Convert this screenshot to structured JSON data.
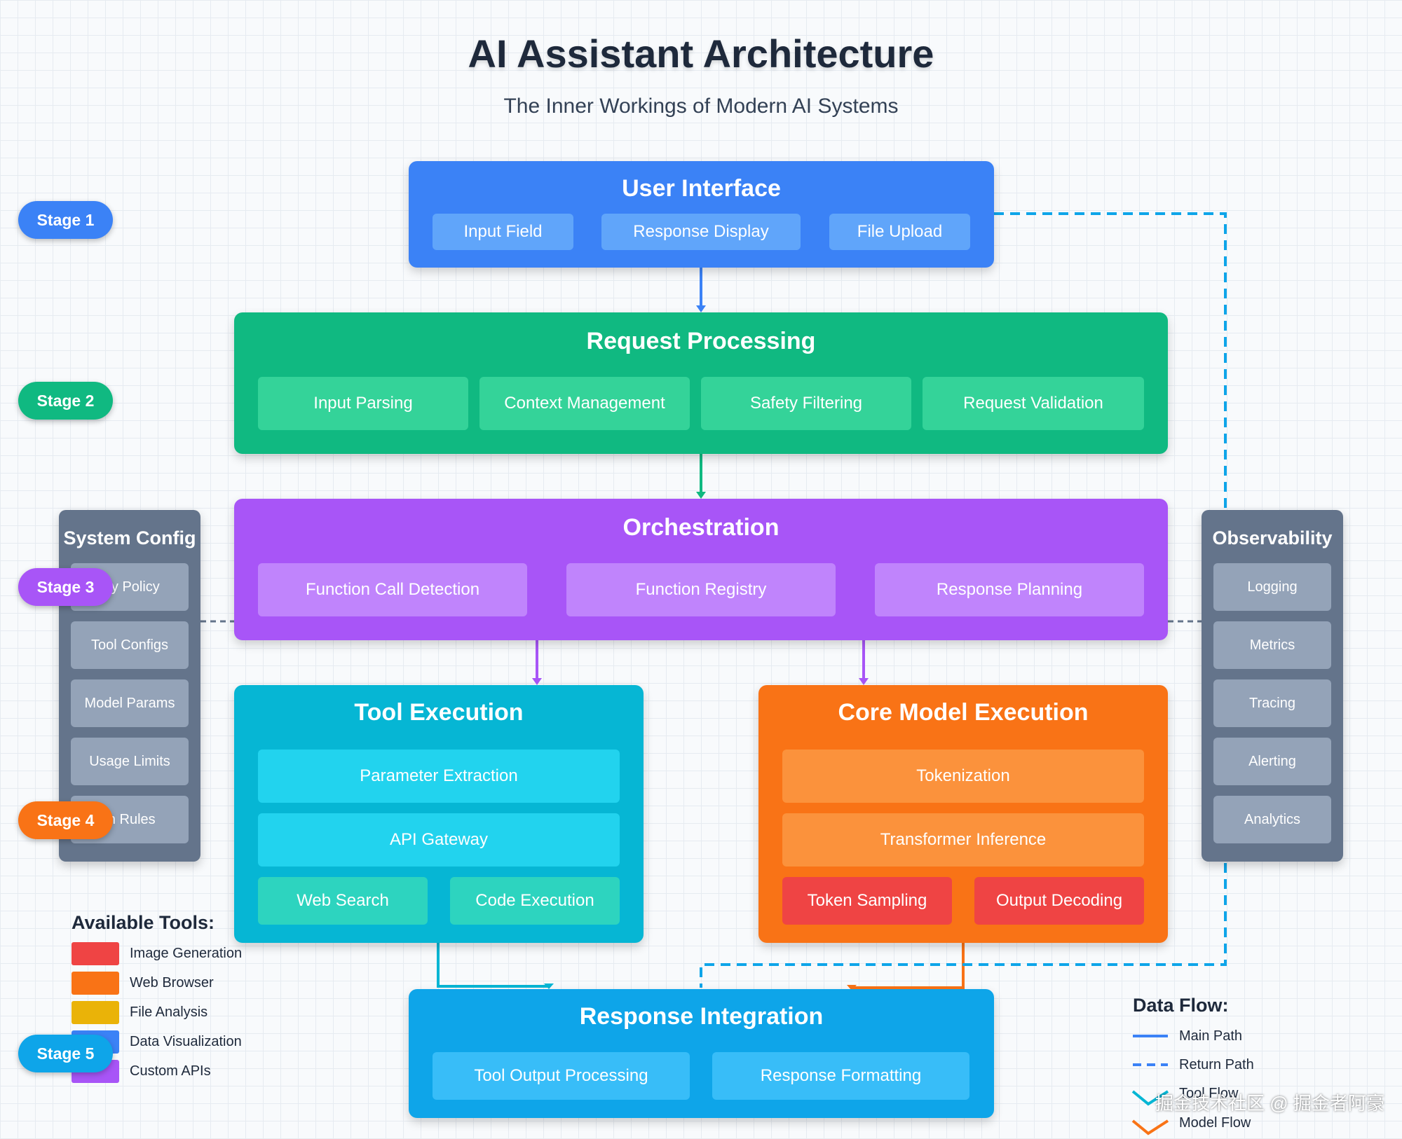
{
  "header": {
    "title": "AI Assistant Architecture",
    "subtitle": "The Inner Workings of Modern AI Systems"
  },
  "stages": [
    "Stage 1",
    "Stage 2",
    "Stage 3",
    "Stage 4",
    "Stage 5"
  ],
  "user_interface": {
    "title": "User Interface",
    "items": [
      "Input Field",
      "Response Display",
      "File Upload"
    ]
  },
  "request_processing": {
    "title": "Request Processing",
    "items": [
      "Input Parsing",
      "Context Management",
      "Safety Filtering",
      "Request Validation"
    ]
  },
  "orchestration": {
    "title": "Orchestration",
    "items": [
      "Function Call Detection",
      "Function Registry",
      "Response Planning"
    ]
  },
  "tool_execution": {
    "title": "Tool Execution",
    "items": [
      "Parameter Extraction",
      "API Gateway",
      "Web Search",
      "Code Execution"
    ]
  },
  "core_model": {
    "title": "Core Model Execution",
    "items": [
      "Tokenization",
      "Transformer Inference",
      "Token Sampling",
      "Output Decoding"
    ]
  },
  "response_integration": {
    "title": "Response Integration",
    "items": [
      "Tool Output Processing",
      "Response Formatting"
    ]
  },
  "system_config": {
    "title": "System Config",
    "items": [
      "ety Policy",
      "Tool Configs",
      "Model Params",
      "Usage Limits",
      "th Rules"
    ]
  },
  "observability": {
    "title": "Observability",
    "items": [
      "Logging",
      "Metrics",
      "Tracing",
      "Alerting",
      "Analytics"
    ]
  },
  "tools_legend": {
    "title": "Available Tools:",
    "items": [
      {
        "label": "Image Generation",
        "color": "#ef4444"
      },
      {
        "label": "Web Browser",
        "color": "#f97316"
      },
      {
        "label": "File Analysis",
        "color": "#eab308"
      },
      {
        "label": "Data Visualization",
        "color": "#3b82f6"
      },
      {
        "label": "Custom APIs",
        "color": "#a855f7"
      }
    ]
  },
  "flow_legend": {
    "title": "Data Flow:",
    "items": [
      {
        "label": "Main Path",
        "color": "#3b82f6"
      },
      {
        "label": "Return Path",
        "color": "#3b82f6"
      },
      {
        "label": "Tool Flow",
        "color": "#06b6d4"
      },
      {
        "label": "Model Flow",
        "color": "#f97316"
      }
    ]
  },
  "watermark": "掘金技术社区 @ 掘金者阿豪",
  "colors": {
    "ui": "#3b82f6",
    "request": "#10b981",
    "orchestration": "#a855f7",
    "tool": "#06b6d4",
    "model": "#f97316",
    "response": "#0ea5e9",
    "side": "#64748b"
  }
}
